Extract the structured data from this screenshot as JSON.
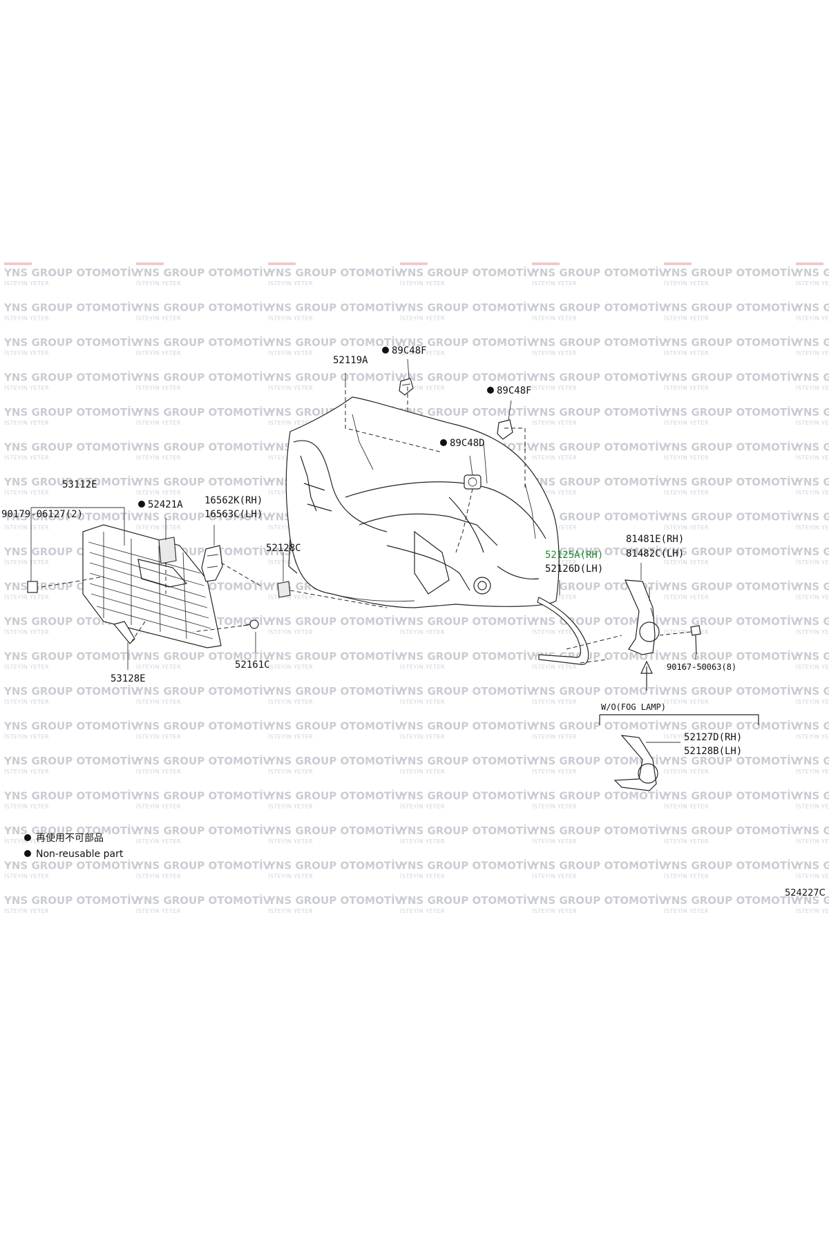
{
  "watermark": {
    "title": "YNS GROUP OTOMOTİV",
    "subtitle": "İSTEYİN YETER"
  },
  "parts": {
    "p52119A": "52119A",
    "p89C48F_a": "89C48F",
    "p89C48F_b": "89C48F",
    "p89C48D": "89C48D",
    "p53112E": "53112E",
    "p90179": "90179-06127(2)",
    "p52421A": "52421A",
    "p16562K": "16562K(RH)",
    "p16563C": "16563C(LH)",
    "p52128C": "52128C",
    "p52125A": "52125A(RH)",
    "p52126D": "52126D(LH)",
    "p81481E": "81481E(RH)",
    "p81482C": "81482C(LH)",
    "p52161C": "52161C",
    "p53128E": "53128E",
    "p90167": "90167-50063(8)",
    "wo_fog": "W/O(FOG LAMP)",
    "p52127D": "52127D(RH)",
    "p52128B": "52128B(LH)"
  },
  "legend": {
    "jp": "再使用不可部品",
    "en": "Non-reusable part"
  },
  "ref_code": "524227C",
  "colors": {
    "highlight": "#1f8a2d",
    "watermark": "#c9ccd3",
    "watermark_bar": "#f3c9c9",
    "bullet": "#111111"
  }
}
